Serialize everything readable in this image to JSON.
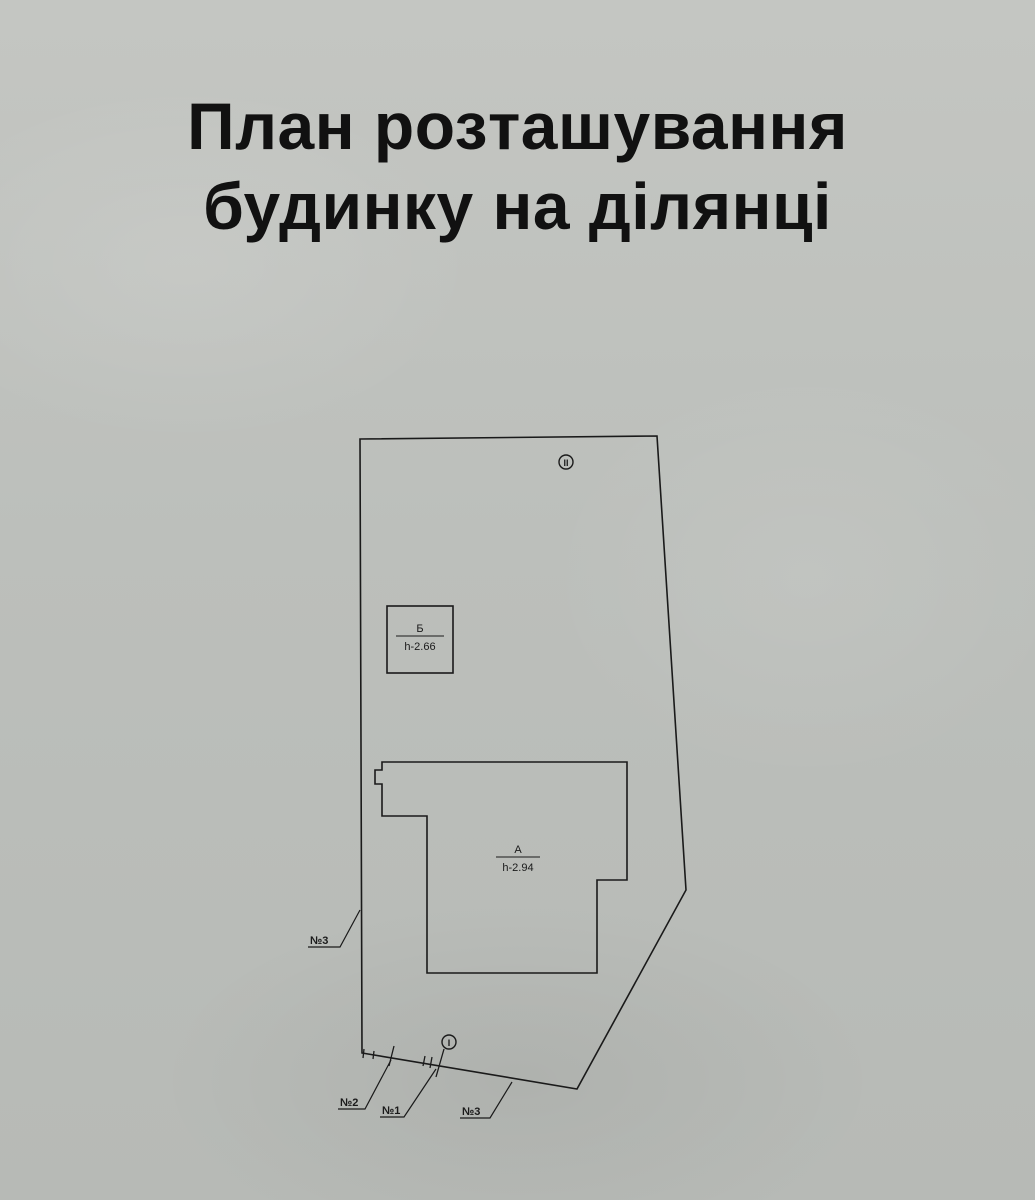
{
  "title": {
    "line1": "План розташування",
    "line2": "будинку на ділянці"
  },
  "plan": {
    "building_a": {
      "letter": "А",
      "height": "h-2.94"
    },
    "building_b": {
      "letter": "Б",
      "height": "h-2.66"
    },
    "markers": {
      "top": "II",
      "bottom": "I"
    },
    "callouts": {
      "left_fence": "№3",
      "fence_2": "№2",
      "fence_1": "№1",
      "fence_3_bottom": "№3"
    }
  },
  "colors": {
    "paper": "#bfc1bd",
    "ink": "#1a1a1a"
  }
}
